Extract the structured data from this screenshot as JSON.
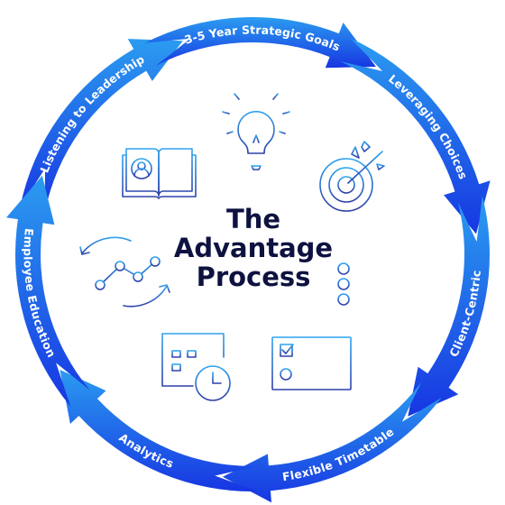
{
  "title": [
    "The",
    "Advantage",
    "Process"
  ],
  "steps": [
    {
      "label": "Listening to Leadership"
    },
    {
      "label": "3-5 Year Strategic Goals"
    },
    {
      "label": "Leveraging Choices"
    },
    {
      "label": "Client-Centric"
    },
    {
      "label": "Flexible Timetable"
    },
    {
      "label": "Analytics"
    },
    {
      "label": "Employee Education"
    }
  ],
  "icons": [
    "lightbulb-icon",
    "target-icon",
    "checklist-icon",
    "checkbox-card-icon",
    "calendar-clock-icon",
    "cycle-chart-icon",
    "profile-book-icon"
  ],
  "colors": {
    "arrow_light": "#2b9cf0",
    "arrow_dark": "#1736e2",
    "icon_light": "#2ea3ef",
    "icon_dark": "#2d3fa8",
    "title": "#0e1240"
  }
}
